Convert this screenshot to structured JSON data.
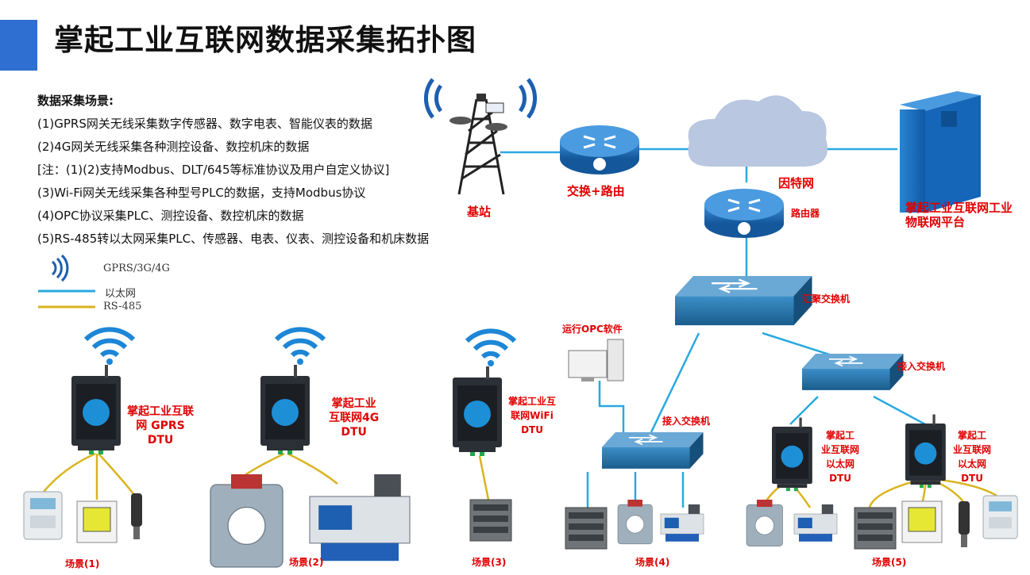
{
  "title": "掌起工业互联网数据采集拓扑图",
  "description": {
    "heading": "数据采集场景:",
    "lines": [
      "(1)GPRS网关无线采集数字传感器、数字电表、智能仪表的数据",
      "(2)4G网关无线采集各种测控设备、数控机床的数据",
      "[注：(1)(2)支持Modbus、DLT/645等标准协议及用户自定义协议]",
      "(3)Wi-Fi网关无线采集各种型号PLC的数据，支持Modbus协议",
      "(4)OPC协议采集PLC、测控设备、数控机床的数据",
      "(5)RS-485转以太网采集PLC、传感器、电表、仪表、测控设备和机床数据"
    ]
  },
  "legend": {
    "wireless": "GPRS/3G/4G",
    "ethernet": "以太网",
    "rs485": "RS-485"
  },
  "nodes": {
    "base_station": "基站",
    "switch_router": "交换+路由",
    "internet": "因特网",
    "router": "路由器",
    "platform_line1": "掌起工业互联网工业",
    "platform_line2": "物联网平台",
    "aggregation_switch": "汇聚交换机",
    "access_switch_right": "接入交换机",
    "access_switch_left": "接入交换机",
    "opc_software": "运行OPC软件"
  },
  "dtus": [
    {
      "line1": "掌起工业互联",
      "line2": "网 GPRS",
      "line3": "DTU"
    },
    {
      "line1": "掌起工业",
      "line2": "互联网4G",
      "line3": "DTU"
    },
    {
      "line1": "掌起工业互",
      "line2": "联网WiFi",
      "line3": "DTU"
    },
    {
      "line1": "掌起工",
      "line2": "业互联网",
      "line3": "以太网",
      "line4": "DTU"
    },
    {
      "line1": "掌起工",
      "line2": "业互联网",
      "line3": "以太网",
      "line4": "DTU"
    }
  ],
  "scenes": [
    "场景(1)",
    "场景(2)",
    "场景(3)",
    "场景(4)",
    "场景(5)"
  ],
  "colors": {
    "accent": "#2f6fd1",
    "ethernet": "#29a9e0",
    "rs485": "#d9b420",
    "label": "#e00000",
    "switch": "#1f6a9a",
    "cloud": "#b9c7e0"
  },
  "icons": [
    "signal-tower-icon",
    "router-icon",
    "cloud-icon",
    "server-icon",
    "switch-icon",
    "dtu-device-icon",
    "wifi-icon",
    "computer-icon",
    "meter-icon",
    "machine-tool-icon",
    "plc-icon",
    "sensor-icon"
  ]
}
